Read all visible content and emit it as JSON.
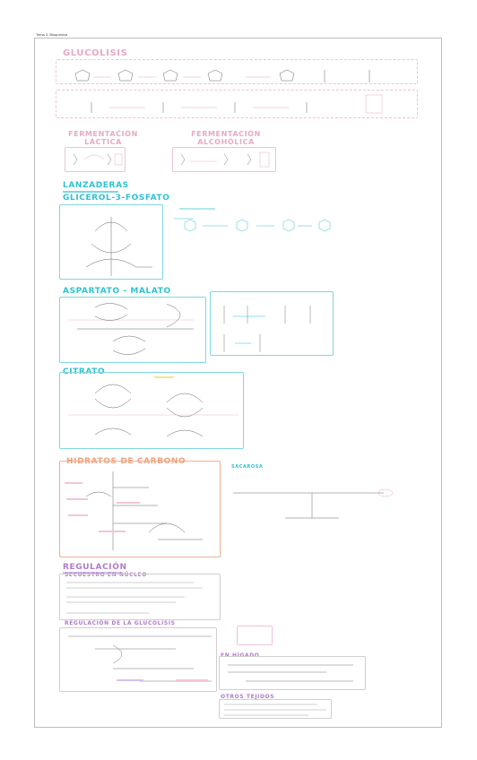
{
  "header": {
    "text": "Tema 3. Bioquímica"
  },
  "sections": {
    "glucolisis": "GLUCOLISIS",
    "fermentacion_lactica": "FERMENTACIÓN LÁCTICA",
    "fermentacion_alcoholica": "FERMENTACIÓN ALCOHÓLICA",
    "lanzaderas": "LANZADERAS",
    "glicerol": "GLICEROL-3-FOSFATO",
    "aspartato": "ASPARTATO - MALATO",
    "citrato": "CITRATO",
    "hidratos": "HIDRATOS DE CARBONO",
    "sacarosa": "SACAROSA",
    "regulacion": "REGULACIÓN",
    "secuestro": "SECUESTRO EN NÚCLEO",
    "regulacion_glucolisis": "REGULACIÓN DE LA GLUCOLISIS",
    "en_higado": "EN HÍGADO",
    "otros_tejidos": "OTROS TEJIDOS"
  },
  "colors": {
    "pink": "#e7a9c6",
    "teal": "#2ec2d2",
    "orange": "#f0a07a",
    "purple": "#b07cc8"
  }
}
